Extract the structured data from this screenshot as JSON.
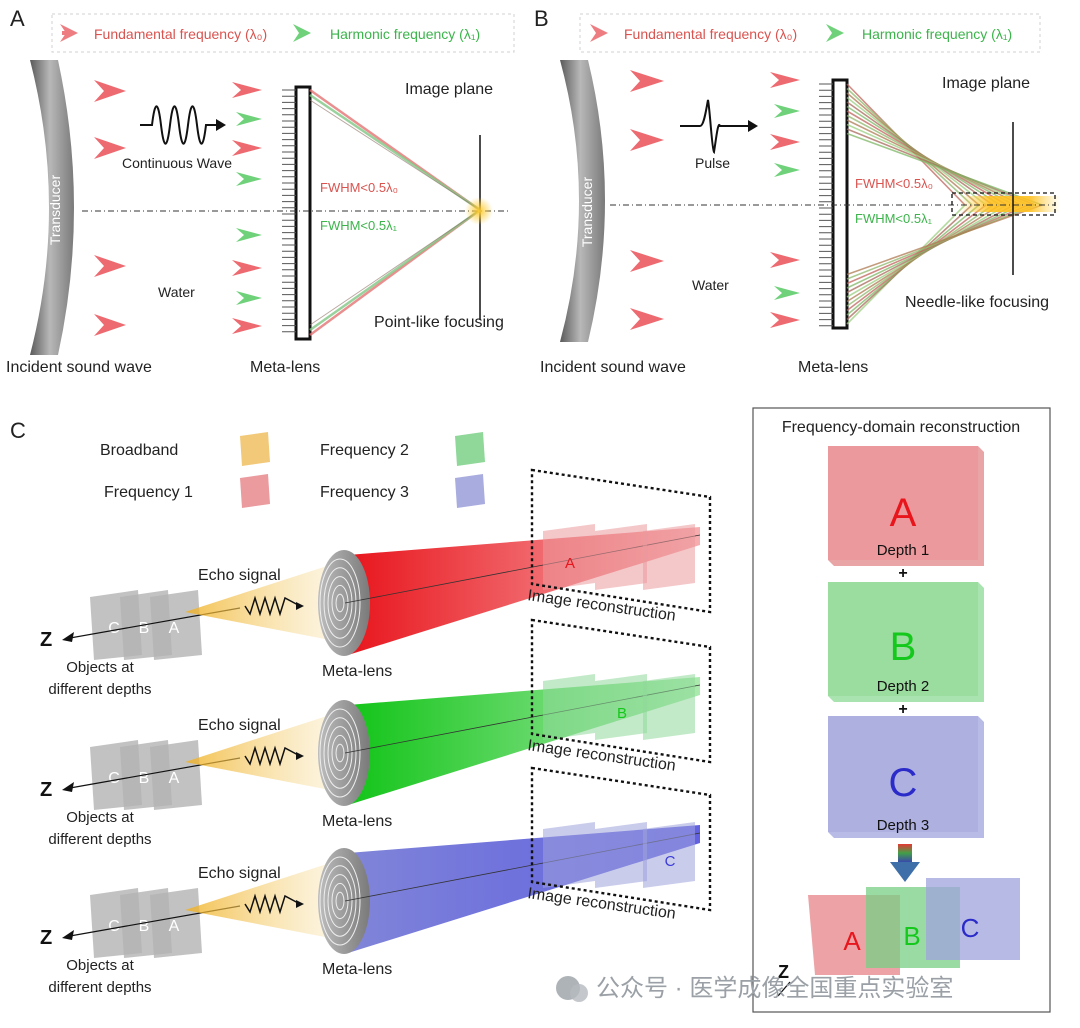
{
  "panel_a": {
    "letter": "A",
    "legend_fundamental": "Fundamental frequency (λ₀)",
    "legend_harmonic": "Harmonic frequency (λ₁)",
    "transducer": "Transducer",
    "wave_label": "Continuous Wave",
    "medium": "Water",
    "image_plane": "Image plane",
    "fwhm0": "FWHM<0.5λ₀",
    "fwhm1": "FWHM<0.5λ₁",
    "focusing": "Point-like focusing",
    "incident": "Incident sound wave",
    "lens": "Meta-lens"
  },
  "panel_b": {
    "letter": "B",
    "legend_fundamental": "Fundamental frequency (λ₀)",
    "legend_harmonic": "Harmonic frequency (λ₁)",
    "transducer": "Transducer",
    "wave_label": "Pulse",
    "medium": "Water",
    "image_plane": "Image plane",
    "fwhm0": "FWHM<0.5λ₀",
    "fwhm1": "FWHM<0.5λ₁",
    "focusing": "Needle-like focusing",
    "incident": "Incident sound wave",
    "lens": "Meta-lens"
  },
  "panel_c": {
    "letter": "C",
    "legend": {
      "broadband": "Broadband",
      "freq1": "Frequency 1",
      "freq2": "Frequency 2",
      "freq3": "Frequency 3"
    },
    "rows": [
      {
        "echo": "Echo signal",
        "z": "Z",
        "objects_line1": "Objects at",
        "objects_line2": "different depths",
        "lens": "Meta-lens",
        "recon": "Image reconstruction",
        "obj_letters": [
          "C",
          "B",
          "A"
        ],
        "recon_letter": "A",
        "color": "#e8151c"
      },
      {
        "echo": "Echo signal",
        "z": "Z",
        "objects_line1": "Objects at",
        "objects_line2": "different depths",
        "lens": "Meta-lens",
        "recon": "Image reconstruction",
        "obj_letters": [
          "C",
          "B",
          "A"
        ],
        "recon_letter": "B",
        "color": "#15c81c"
      },
      {
        "echo": "Echo signal",
        "z": "Z",
        "objects_line1": "Objects at",
        "objects_line2": "different depths",
        "lens": "Meta-lens",
        "recon": "Image reconstruction",
        "obj_letters": [
          "C",
          "B",
          "A"
        ],
        "recon_letter": "C",
        "color": "#3b3bd8"
      }
    ],
    "freq_box": {
      "title": "Frequency-domain reconstruction",
      "blocks": [
        {
          "letter": "A",
          "depth": "Depth 1"
        },
        {
          "letter": "B",
          "depth": "Depth 2"
        },
        {
          "letter": "C",
          "depth": "Depth 3"
        }
      ],
      "plus": "+",
      "final_letters": [
        "A",
        "B",
        "C"
      ],
      "z": "Z"
    }
  },
  "watermark": "公众号 · 医学成像全国重点实验室",
  "colors": {
    "red": "#e8151c",
    "green": "#15c81c",
    "blue": "#3b3bd8",
    "red_text": "#d9534f",
    "green_text": "#3cb44b",
    "broadband": "#f0c060",
    "freq1_swatch": "#eb9a9e",
    "freq2_swatch": "#8fd89a",
    "freq3_swatch": "#a9acdf"
  }
}
